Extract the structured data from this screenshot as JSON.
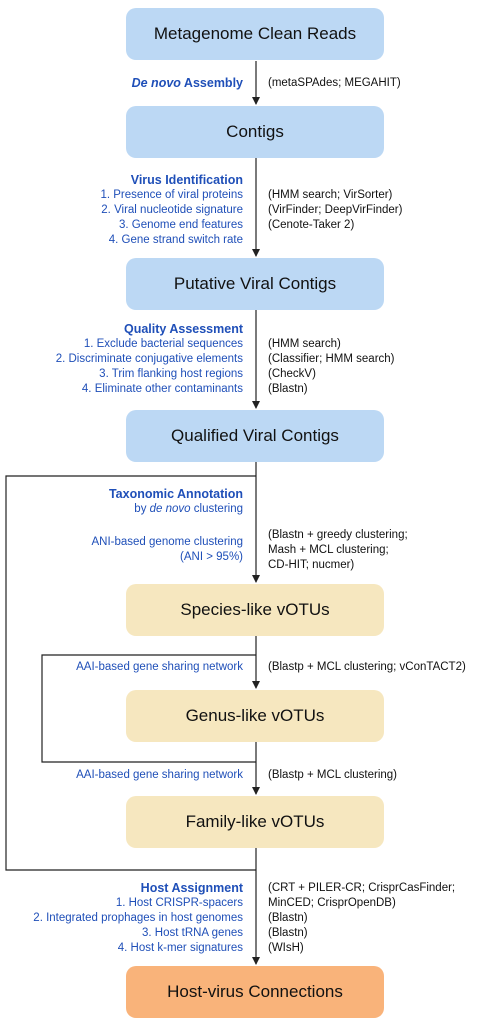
{
  "boxes": {
    "metagenome": "Metagenome Clean Reads",
    "contigs": "Contigs",
    "putative": "Putative Viral Contigs",
    "qualified": "Qualified Viral Contigs",
    "species": "Species-like vOTUs",
    "genus": "Genus-like vOTUs",
    "family": "Family-like vOTUs",
    "host_connections": "Host-virus Connections"
  },
  "assembly": {
    "title_italic": "De novo",
    "title_rest": " Assembly",
    "tools": "(metaSPAdes; MEGAHIT)"
  },
  "virus_id": {
    "title": "Virus Identification",
    "steps": [
      "1. Presence of viral proteins",
      "2. Viral nucleotide signature",
      "3. Genome end features",
      "4. Gene strand switch rate"
    ],
    "tools": [
      "(HMM search; VirSorter)",
      "(VirFinder; DeepVirFinder)",
      "(Cenote-Taker 2)"
    ]
  },
  "quality": {
    "title": "Quality Assessment",
    "steps": [
      "1. Exclude bacterial sequences",
      "2. Discriminate conjugative elements",
      "3. Trim flanking host regions",
      "4. Eliminate other contaminants"
    ],
    "tools": [
      "(HMM search)",
      "(Classifier; HMM search)",
      "(CheckV)",
      "(Blastn)"
    ]
  },
  "taxonomy": {
    "title": "Taxonomic Annotation",
    "sub_pre": "by ",
    "sub_italic": "de novo",
    "sub_post": " clustering",
    "ani_lines": [
      "ANI-based genome clustering",
      "(ANI > 95%)"
    ],
    "ani_tools": [
      "(Blastn + greedy clustering;",
      "Mash + MCL clustering;",
      "CD-HIT; nucmer)"
    ],
    "aai_genus": "AAI-based gene sharing network",
    "aai_genus_tools": "(Blastp + MCL clustering; vConTACT2)",
    "aai_family": "AAI-based gene sharing network",
    "aai_family_tools": "(Blastp + MCL clustering)"
  },
  "host": {
    "title": "Host Assignment",
    "steps": [
      "1. Host CRISPR-spacers",
      "2. Integrated prophages in host genomes",
      "3. Host tRNA genes",
      "4. Host k-mer signatures"
    ],
    "tools": [
      "(CRT + PILER-CR; CrisprCasFinder;",
      "MinCED; CrisprOpenDB)",
      "(Blastn)",
      "(Blastn)",
      "(WIsH)"
    ]
  },
  "colors": {
    "blue_box": "#bcd8f4",
    "tan_box": "#f6e7bf",
    "orange_box": "#f9b37a",
    "label_blue": "#1f4fb8"
  }
}
